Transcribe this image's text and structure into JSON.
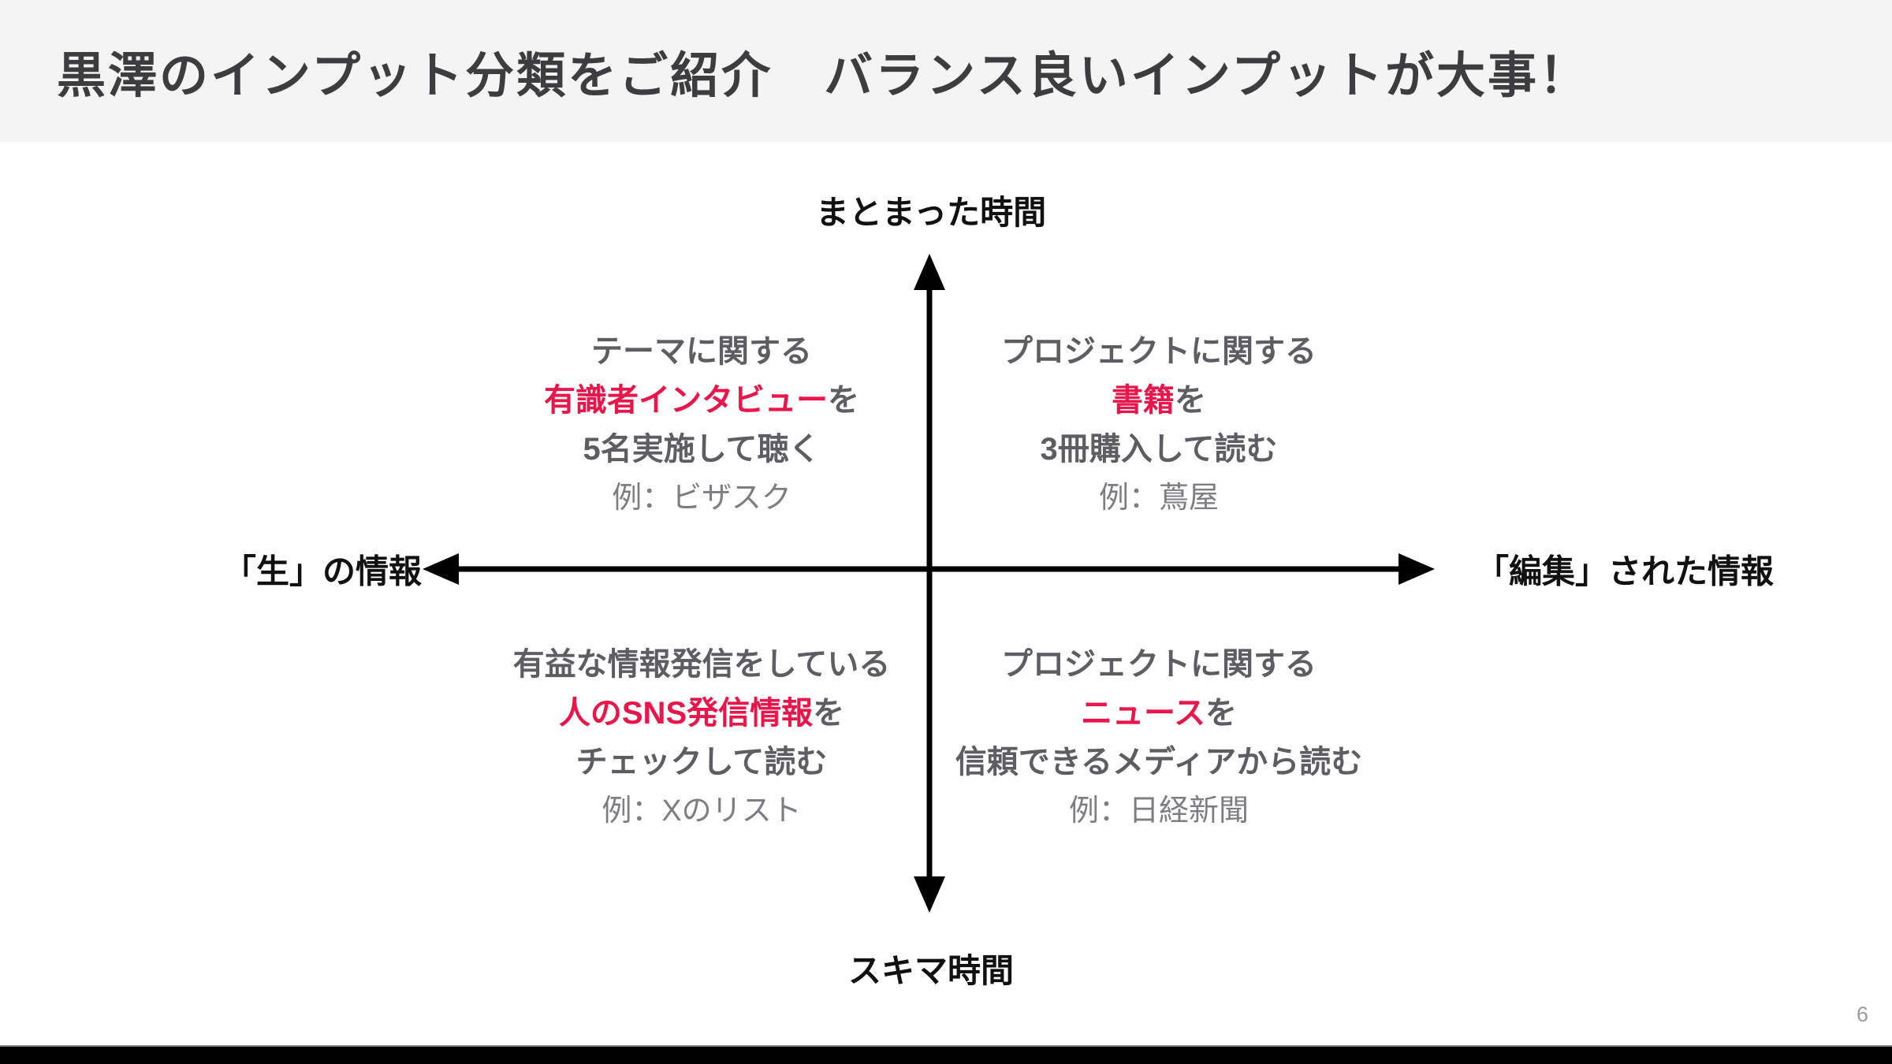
{
  "slide": {
    "title": "黒澤のインプット分類をご紹介　バランス良いインプットが大事！",
    "page_number": "6"
  },
  "axes": {
    "vertical_top_label": "まとまった時間",
    "vertical_bottom_label": "スキマ時間",
    "horizontal_left_label": "「生」の情報",
    "horizontal_right_label": "「編集」された情報"
  },
  "quadrants": {
    "top_left": {
      "line1": "テーマに関する",
      "line2_highlight": "有識者インタビュー",
      "line2_rest": "を",
      "line3": "5名実施して聴く",
      "example": "例：ビザスク"
    },
    "top_right": {
      "line1": "プロジェクトに関する",
      "line2_highlight": "書籍",
      "line2_rest": "を",
      "line3": "3冊購入して読む",
      "example": "例：蔦屋"
    },
    "bottom_left": {
      "line1": "有益な情報発信をしている",
      "line2_highlight": "人のSNS発信情報",
      "line2_rest": "を",
      "line3": "チェックして読む",
      "example": "例：Xのリスト"
    },
    "bottom_right": {
      "line1": "プロジェクトに関する",
      "line2_highlight": "ニュース",
      "line2_rest": "を",
      "line3": "信頼できるメディアから読む",
      "example": "例：日経新聞"
    }
  },
  "colors": {
    "header_bg": "#f4f4f4",
    "title_text": "#3d3d40",
    "axis_line": "#000000",
    "axis_label_text": "#111111",
    "body_gray": "#5e5e62",
    "example_gray": "#7e7e82",
    "accent_red": "#e7174b",
    "page_number": "#9a9a9a",
    "footer_bar": "#000000"
  }
}
